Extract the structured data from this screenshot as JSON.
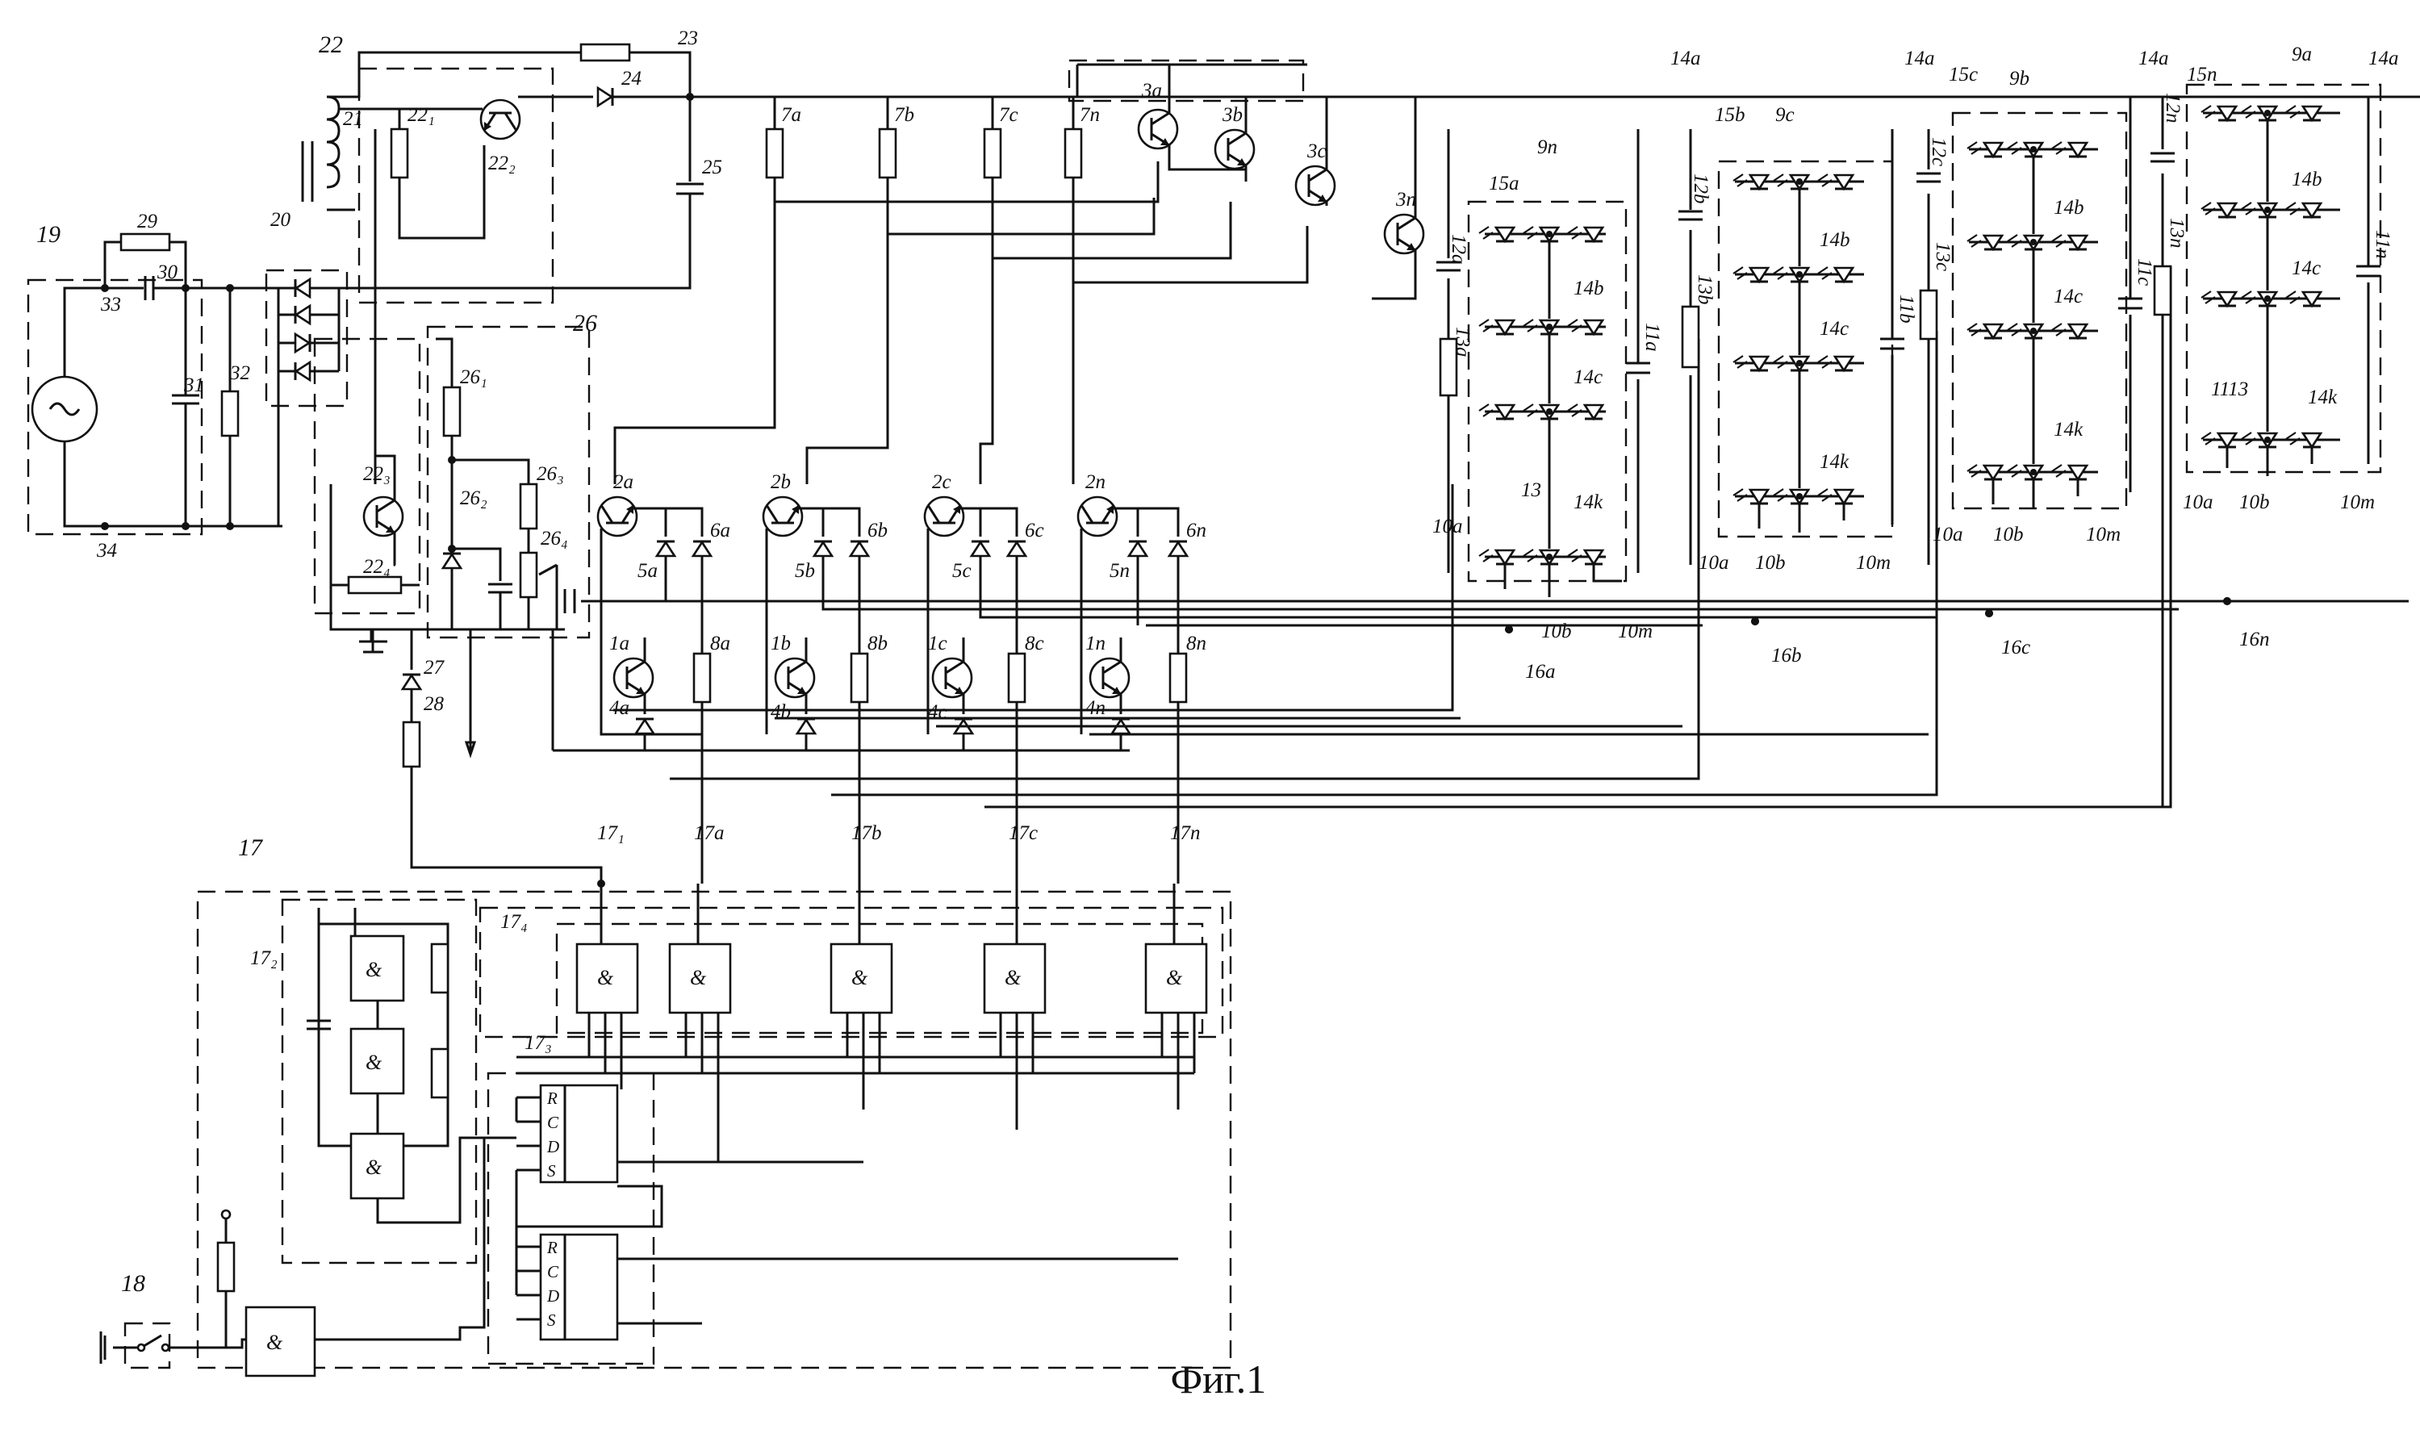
{
  "figure": {
    "caption": "Фиг.1"
  },
  "labels": {
    "power": [
      "19",
      "33",
      "34",
      "29",
      "30",
      "31",
      "32",
      "20",
      "21",
      "22",
      "22₁",
      "22₂",
      "22₃",
      "22₄",
      "23",
      "24",
      "25"
    ],
    "regulator": [
      "26",
      "26₁",
      "26₂",
      "26₃",
      "26₄",
      "27",
      "28"
    ],
    "channel_res": [
      "7a",
      "7b",
      "7c",
      "7n"
    ],
    "channel_t3": [
      "3a",
      "3b",
      "3c",
      "3n"
    ],
    "channel_t2": [
      "2a",
      "2b",
      "2c",
      "2n"
    ],
    "channel_t1": [
      "1a",
      "1b",
      "1c",
      "1n"
    ],
    "channel_d4": [
      "4a",
      "4b",
      "4c",
      "4n"
    ],
    "channel_d5": [
      "5a",
      "5b",
      "5c",
      "5n"
    ],
    "channel_d6": [
      "6a",
      "6b",
      "6c",
      "6n"
    ],
    "channel_r8": [
      "8a",
      "8b",
      "8c",
      "8n"
    ],
    "control": [
      "17",
      "17₁",
      "17a",
      "17b",
      "17c",
      "17n",
      "17₂",
      "17₃",
      "17₄",
      "18"
    ],
    "gate_symbol": "&",
    "trigger_pins": [
      "R",
      "C",
      "D",
      "S"
    ],
    "modules": [
      {
        "id": "9n",
        "c12": "12a",
        "r13": "13a",
        "c11": "11a",
        "node15": "15a",
        "bus16": "16a"
      },
      {
        "id": "9c",
        "c12": "12b",
        "r13": "13b",
        "c11": "11b",
        "node15": "15b",
        "bus16": "16b"
      },
      {
        "id": "9b",
        "c12": "12c",
        "r13": "13c",
        "c11": "11c",
        "node15": "15c",
        "bus16": "16c"
      },
      {
        "id": "9a",
        "c12": "12n",
        "r13": "13n",
        "c11": "11n",
        "node15": "15n",
        "bus16": "16n"
      }
    ],
    "led_rows": [
      "14a",
      "14b",
      "14c",
      "14k"
    ],
    "led_cols": [
      "10a",
      "10b",
      "10m"
    ],
    "misc": [
      "13",
      "1113"
    ]
  }
}
